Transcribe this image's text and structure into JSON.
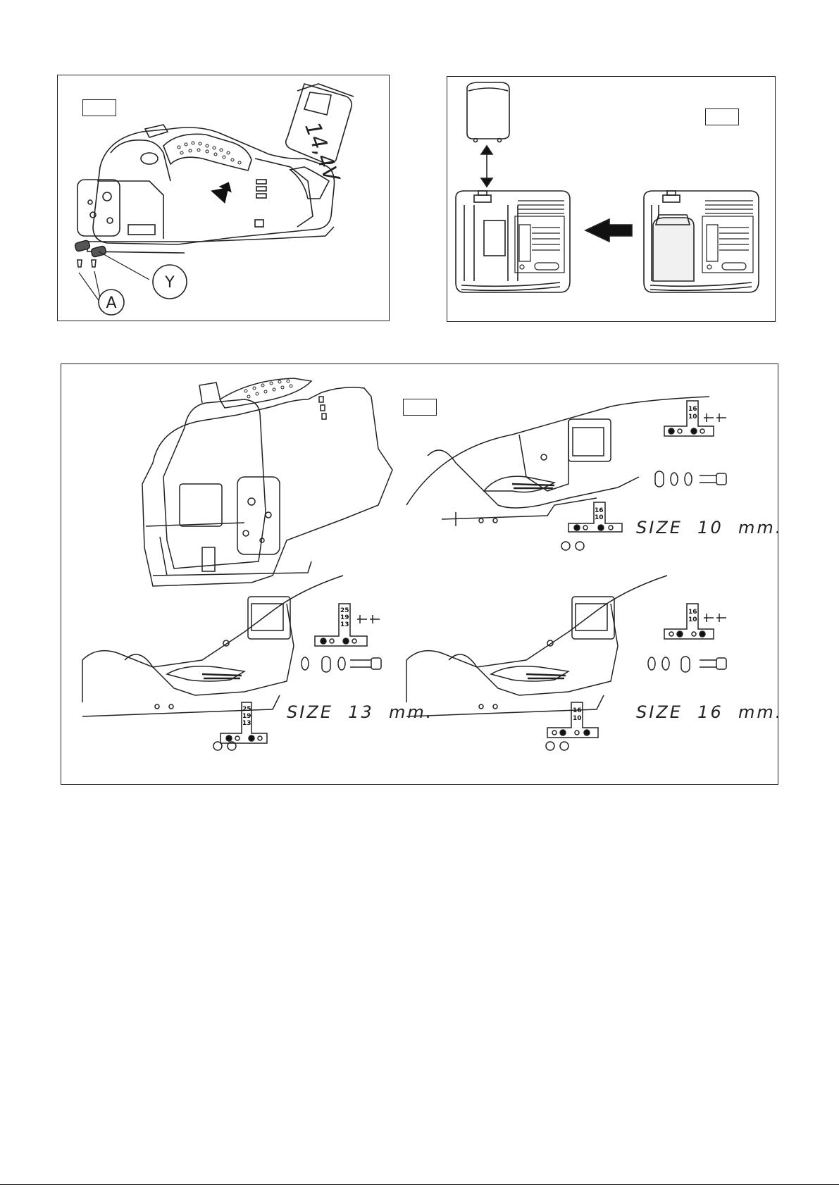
{
  "panels": {
    "battery_insertion": {
      "callouts": {
        "a": "A",
        "y": "Y"
      },
      "battery_voltage": "14,4V"
    },
    "charger": {},
    "band_size": {
      "sizes": [
        {
          "label": "SIZE  10  mm.",
          "top_plate": [
            "16",
            "10"
          ],
          "bottom_plate": [
            "16",
            "10"
          ]
        },
        {
          "label": "SIZE  13  mm.",
          "top_plate": [
            "25",
            "19",
            "13"
          ],
          "bottom_plate": [
            "25",
            "19",
            "13"
          ]
        },
        {
          "label": "SIZE  16  mm.",
          "top_plate": [
            "16",
            "10"
          ],
          "bottom_plate": [
            "16",
            "10"
          ]
        }
      ]
    }
  }
}
